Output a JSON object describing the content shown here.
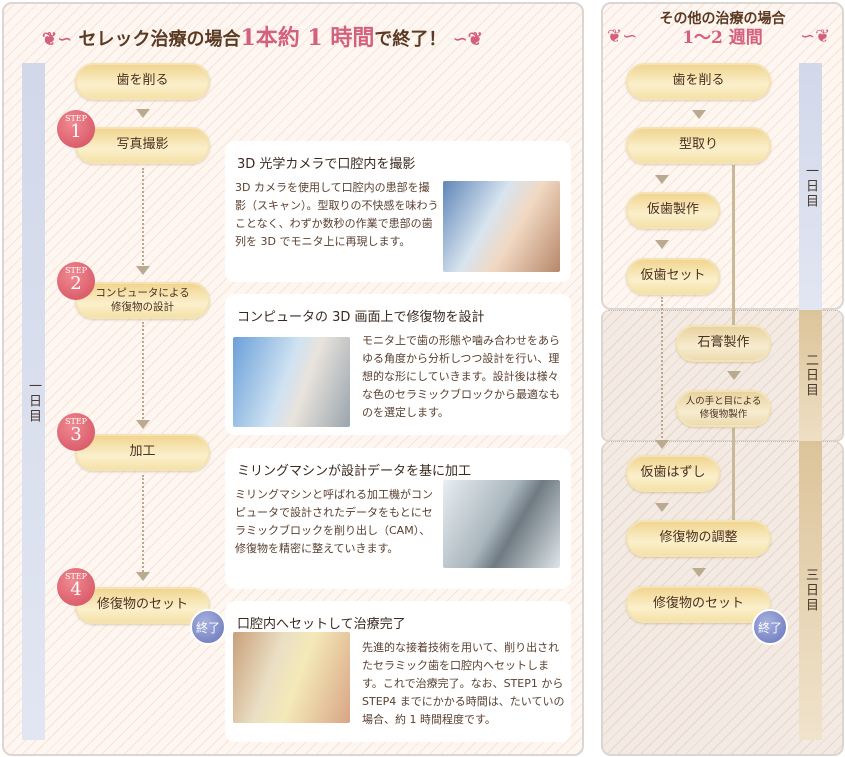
{
  "left": {
    "title_pre": "セレック治療の場合",
    "title_hl": "1本約 1 時間",
    "title_post": "で終了！",
    "day_label": "一日目",
    "steps": [
      {
        "step": "STEP",
        "num": "1"
      },
      {
        "step": "STEP",
        "num": "2"
      },
      {
        "step": "STEP",
        "num": "3"
      },
      {
        "step": "STEP",
        "num": "4"
      }
    ],
    "pills": [
      "歯を削る",
      "写真撮影",
      "コンピュータによる\n修復物の設計",
      "加工",
      "修復物のセット"
    ],
    "end_label": "終了",
    "cards": [
      {
        "title": "3D 光学カメラで口腔内を撮影",
        "text": "3D カメラを使用して口腔内の患部を撮影（スキャン）。型取りの不快感を味わうことなく、わずか数秒の作業で患部の歯列を 3D でモニタ上に再現します。"
      },
      {
        "title": "コンピュータの 3D 画面上で修復物を設計",
        "text": "モニタ上で歯の形態や噛み合わせをあらゆる角度から分析しつつ設計を行い、理想的な形にしていきます。設計後は様々な色のセラミックブロックから最適なものを選定します。"
      },
      {
        "title": "ミリングマシンが設計データを基に加工",
        "text": "ミリングマシンと呼ばれる加工機がコンピュータで設計されたデータをもとにセラミックブロックを削り出し（CAM）、修復物を精密に整えていきます。"
      },
      {
        "title": "口腔内へセットして治療完了",
        "text": "先進的な接着技術を用いて、削り出されたセラミック歯を口腔内へセットします。これで治療完了。なお、STEP1 から STEP4 までにかかる時間は、たいていの場合、約 1 時間程度です。"
      }
    ]
  },
  "right": {
    "title_line1": "その他の治療の場合",
    "title_line2": "1〜2 週間",
    "days": [
      "一日目",
      "二日目",
      "三日目"
    ],
    "pills": [
      "歯を削る",
      "型取り",
      "仮歯製作",
      "仮歯セット",
      "石膏製作",
      "人の手と目による\n修復物製作",
      "仮歯はずし",
      "修復物の調整",
      "修復物のセット"
    ],
    "end_label": "終了"
  }
}
